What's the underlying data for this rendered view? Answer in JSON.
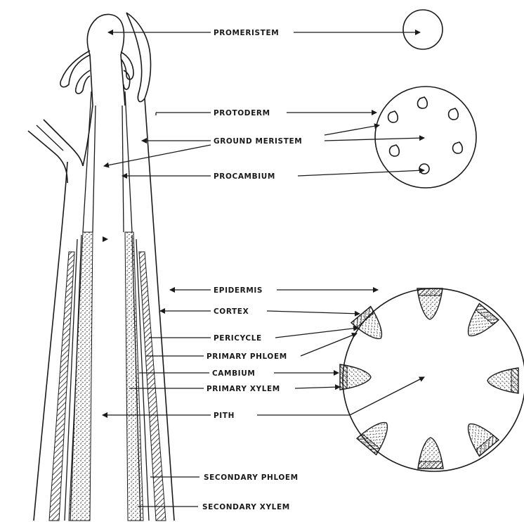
{
  "labels": {
    "promeristem": "PROMERISTEM",
    "protoderm": "PROTODERM",
    "ground_meristem": "GROUND MERISTEM",
    "procambium": "PROCAMBIUM",
    "epidermis": "EPIDERMIS",
    "cortex": "CORTEX",
    "pericycle": "PERICYCLE",
    "primary_phloem": "PRIMARY PHLOEM",
    "cambium": "CAMBIUM",
    "primary_xylem": "PRIMARY XYLEM",
    "pith": "PITH",
    "secondary_phloem": "SECONDARY PHLOEM",
    "secondary_xylem": "SECONDARY XYLEM"
  },
  "colors": {
    "ink": "#1a1a1a",
    "paper": "#ffffff"
  }
}
